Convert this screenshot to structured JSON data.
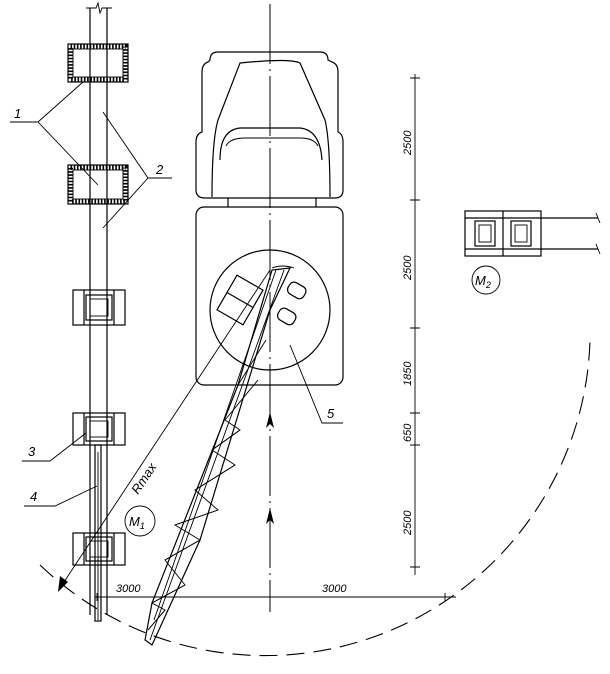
{
  "labels": {
    "callout_1": "1",
    "callout_2": "2",
    "callout_3": "3",
    "callout_4": "4",
    "callout_5": "5",
    "rmax": "Rmax",
    "m1": {
      "letter": "M",
      "sub": "1"
    },
    "m2": {
      "letter": "M",
      "sub": "2"
    }
  },
  "dimensions": {
    "vertical": [
      "2500",
      "2500",
      "1850",
      "650",
      "2500"
    ],
    "horizontal": [
      "3000",
      "3000"
    ]
  }
}
